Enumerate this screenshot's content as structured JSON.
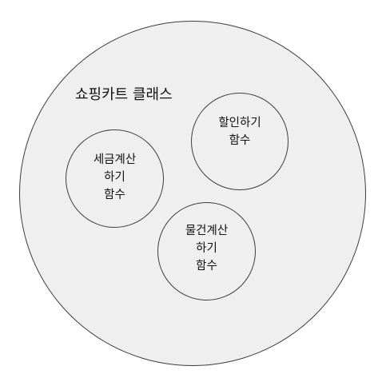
{
  "diagram": {
    "class_label": "쇼핑카트 클래스",
    "functions": {
      "tax": {
        "lines": [
          "세금계산",
          "하기",
          "함수"
        ]
      },
      "discount": {
        "lines": [
          "할인하기",
          "함수"
        ]
      },
      "shipping": {
        "lines": [
          "물건계산",
          "하기",
          "함수"
        ]
      }
    }
  }
}
